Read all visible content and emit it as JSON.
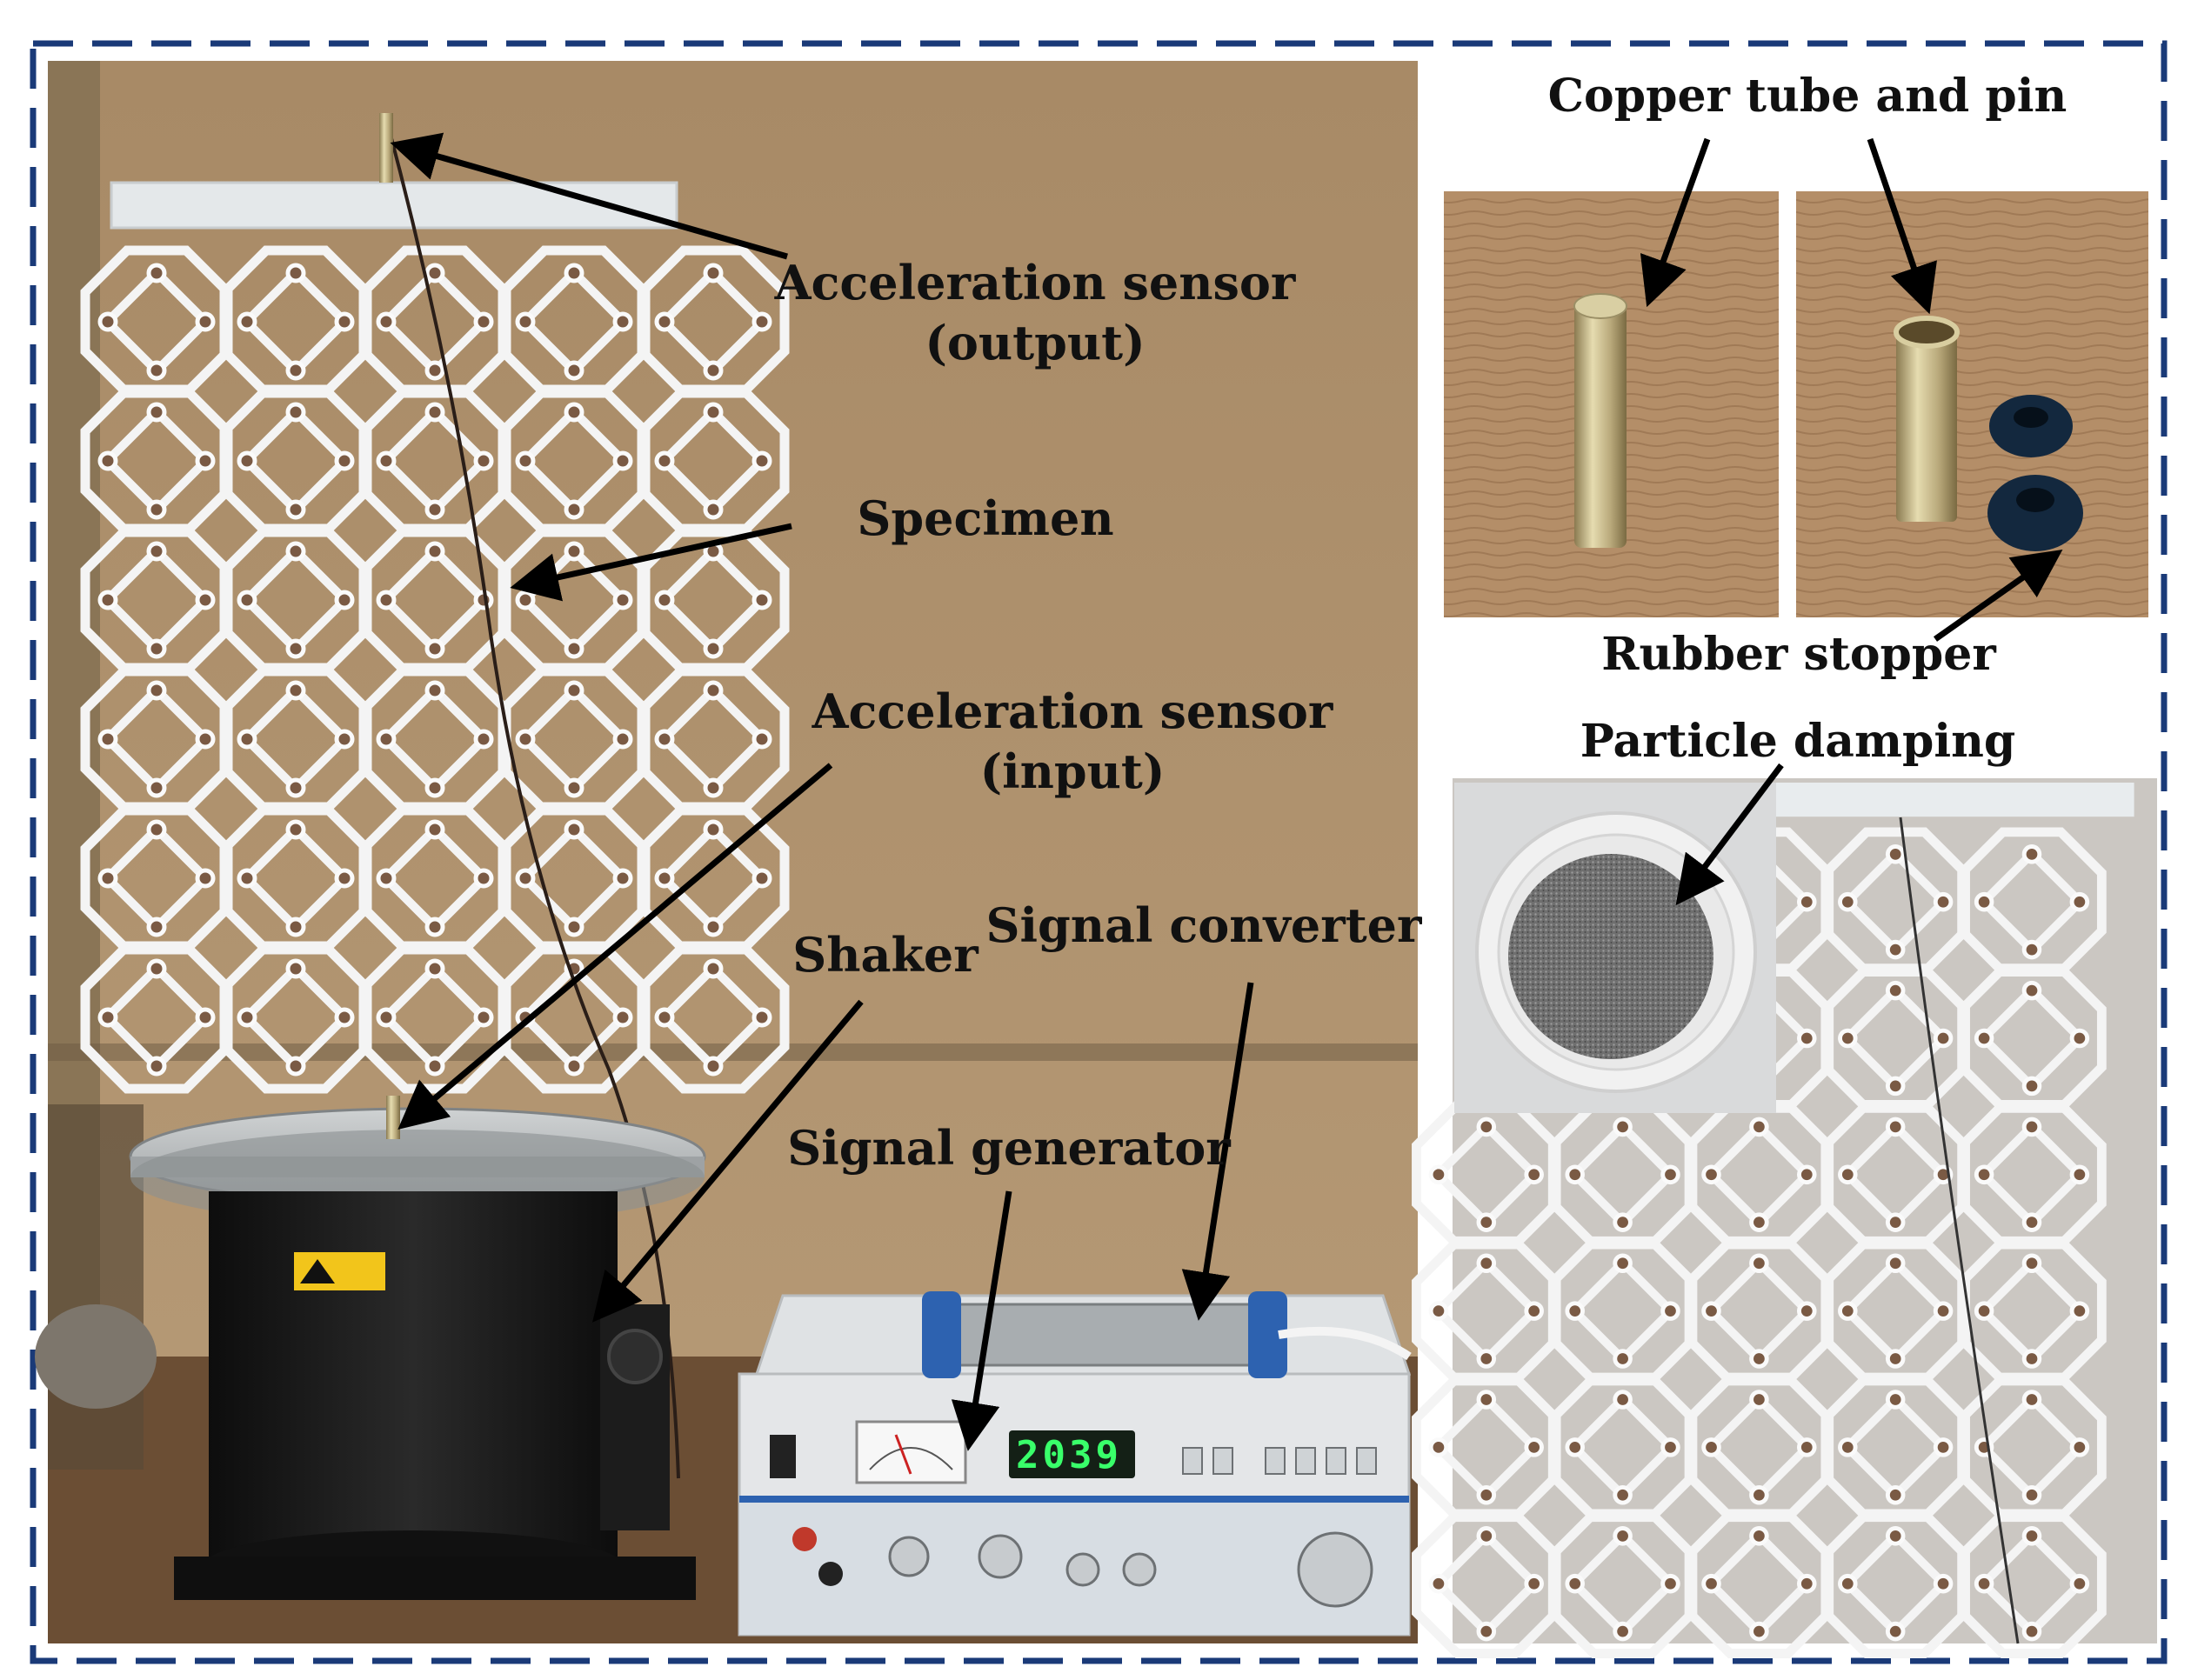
{
  "labels": {
    "accel_output_line1": "Acceleration sensor",
    "accel_output_line2": "(output)",
    "specimen": "Specimen",
    "accel_input_line1": "Acceleration sensor",
    "accel_input_line2": "(input)",
    "shaker": "Shaker",
    "signal_converter": "Signal converter",
    "signal_generator": "Signal generator",
    "copper_tube_and_pin": "Copper tube and pin",
    "rubber_stopper": "Rubber stopper",
    "particle_damping": "Particle damping"
  },
  "display": {
    "readout": "2039"
  },
  "colors": {
    "frame_dash": "#1a3a78",
    "arrow": "#000000",
    "background_wall": "#b09470",
    "specimen": "#f3f3f3",
    "wood": "#b8926c",
    "instrument_panel": "#e4e6e8",
    "lcd_bg": "#142016",
    "lcd_text": "#39ff6a",
    "accent_blue": "#2d62b0"
  }
}
